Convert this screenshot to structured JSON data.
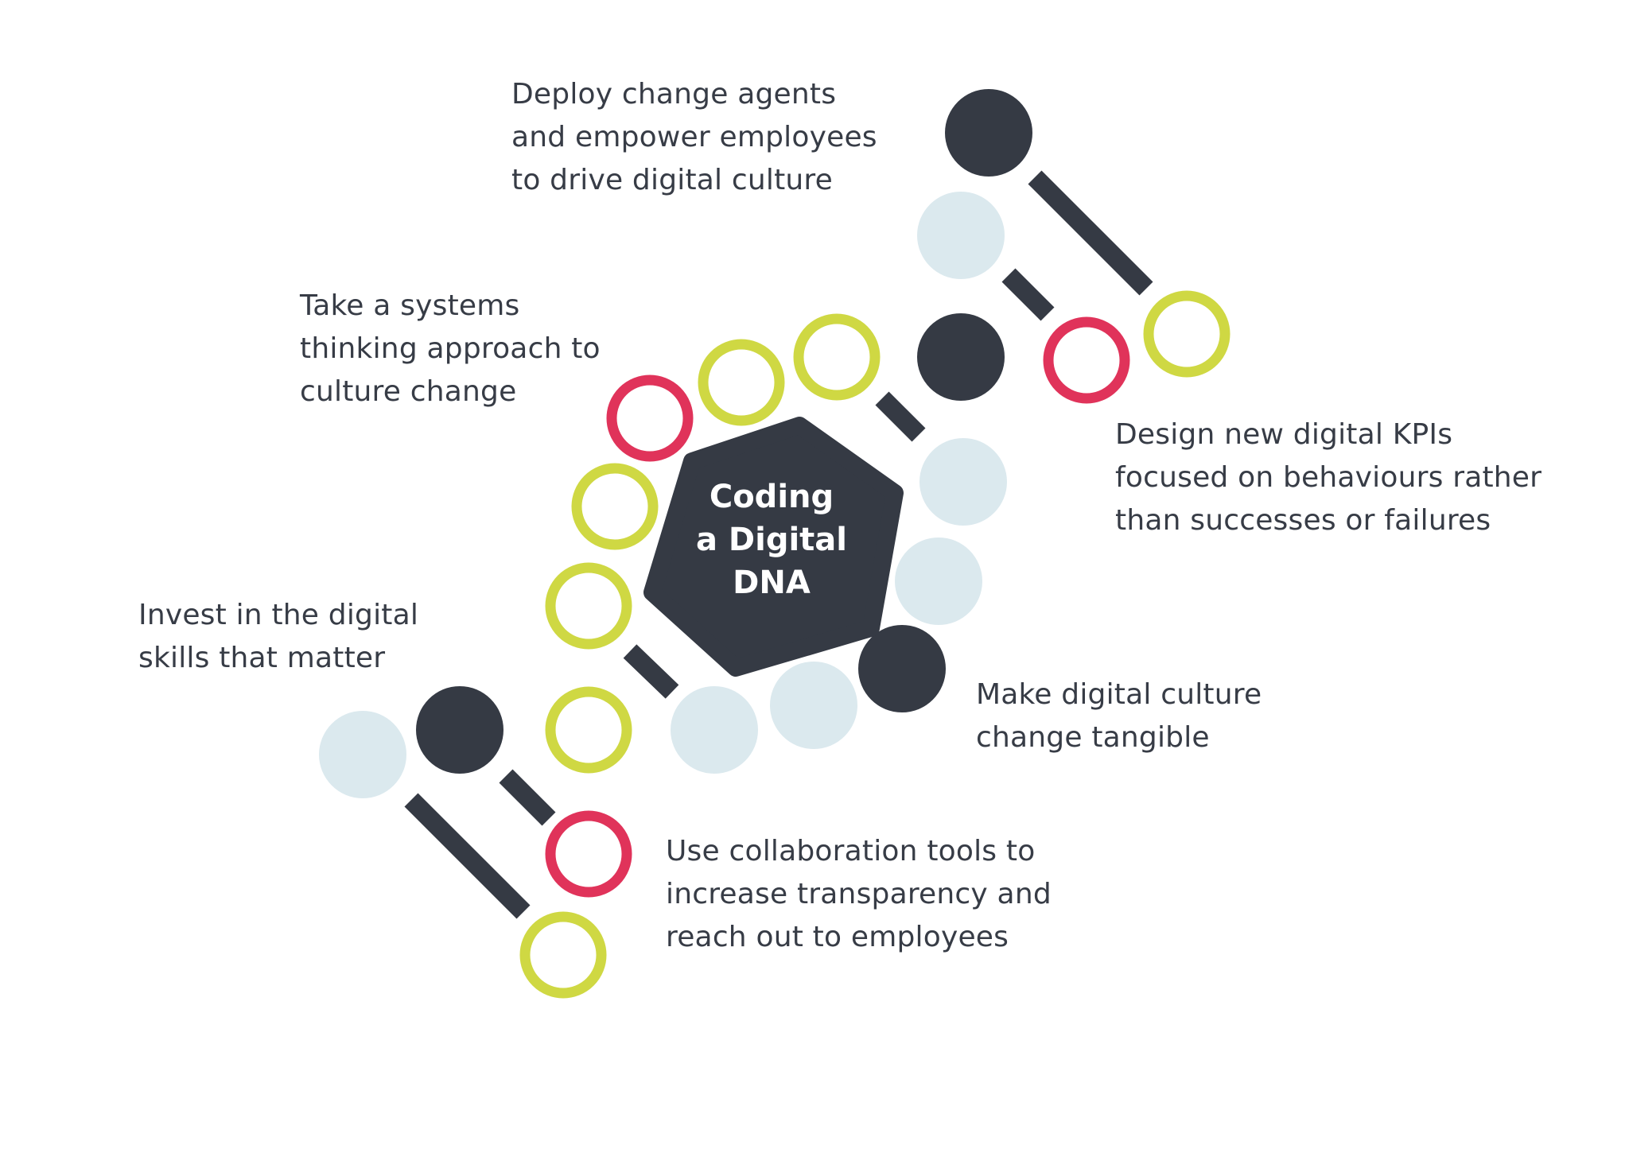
{
  "center": {
    "title": "Coding\na Digital\nDNA"
  },
  "steps": [
    {
      "id": "deploy",
      "text": "Deploy change agents\nand empower employees\nto drive digital culture"
    },
    {
      "id": "systems",
      "text": "Take a systems\nthinking approach to\nculture change"
    },
    {
      "id": "kpis",
      "text": "Design new digital KPIs\nfocused on behaviours rather\nthan successes or failures"
    },
    {
      "id": "invest",
      "text": "Invest in the digital\nskills that matter"
    },
    {
      "id": "tangible",
      "text": "Make digital culture\nchange tangible"
    },
    {
      "id": "collab",
      "text": "Use collaboration tools to\nincrease transparency and\nreach out to employees"
    }
  ],
  "colors": {
    "dark": "#353a44",
    "light_blue": "#dbe9ee",
    "lime": "#cfd843",
    "red": "#e0335a",
    "text": "#373c46"
  }
}
